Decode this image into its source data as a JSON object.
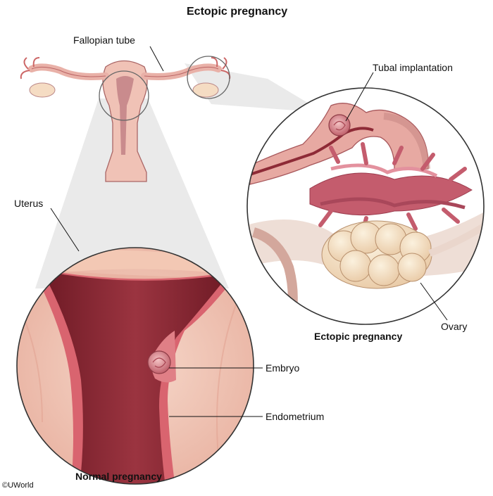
{
  "figure": {
    "title": "Ectopic pregnancy",
    "labels": {
      "fallopian_tube": "Fallopian tube",
      "uterus": "Uterus",
      "tubal_implantation": "Tubal implantation",
      "embryo": "Embryo",
      "endometrium": "Endometrium",
      "ovary": "Ovary"
    },
    "captions": {
      "normal": "Normal pregnancy",
      "ectopic": "Ectopic pregnancy"
    },
    "copyright": "©UWorld"
  },
  "colors": {
    "uterine_wall": "#f1c7b7",
    "cavity": "#8e2a36",
    "endometrium": "#d9646f",
    "tube": "#e7a9a2",
    "fimbriae": "#c45c6d",
    "ovary": "#f6e2c6",
    "outline": "#333333"
  }
}
